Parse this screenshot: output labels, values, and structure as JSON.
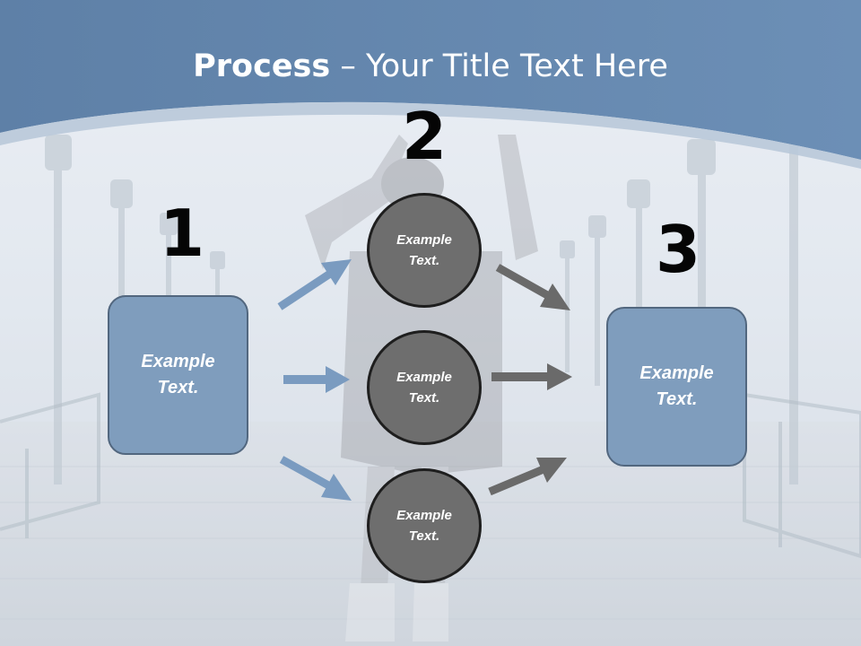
{
  "title": {
    "bold": "Process",
    "rest": " – Your Title Text Here"
  },
  "colors": {
    "header": "#6486ad",
    "box_fill": "#7f9dbd",
    "circle_fill": "#6e6e6e",
    "blue_arrow": "#7a9bc0",
    "gray_arrow": "#6a6a6a"
  },
  "steps": {
    "one": {
      "number": "1",
      "label": "Example\nText."
    },
    "two": {
      "number": "2"
    },
    "three": {
      "number": "3",
      "label": "Example\nText."
    }
  },
  "circles": [
    {
      "label": "Example\nText."
    },
    {
      "label": "Example\nText."
    },
    {
      "label": "Example\nText."
    }
  ]
}
